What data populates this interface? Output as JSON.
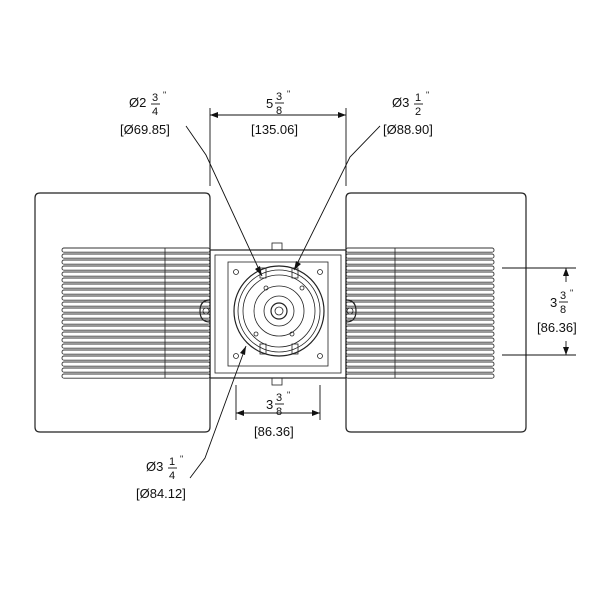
{
  "annotations": {
    "dia_top_left": {
      "prefix": "Ø2",
      "num": "3",
      "den": "4",
      "suffix": "\"",
      "metric": "[Ø69.85]"
    },
    "width_top": {
      "prefix": "5",
      "num": "3",
      "den": "8",
      "suffix": "\"",
      "metric": "[135.06]"
    },
    "dia_top_right": {
      "prefix": "Ø3",
      "num": "1",
      "den": "2",
      "suffix": "\"",
      "metric": "[Ø88.90]"
    },
    "height_right": {
      "prefix": "3",
      "num": "3",
      "den": "8",
      "suffix": "\"",
      "metric": "[86.36]"
    },
    "width_bottom": {
      "prefix": "3",
      "num": "3",
      "den": "8",
      "suffix": "\"",
      "metric": "[86.36]"
    },
    "dia_bottom_left": {
      "prefix": "Ø3",
      "num": "1",
      "den": "4",
      "suffix": "\"",
      "metric": "[Ø84.12]"
    }
  },
  "colors": {
    "line": "#222222",
    "background": "#ffffff"
  }
}
